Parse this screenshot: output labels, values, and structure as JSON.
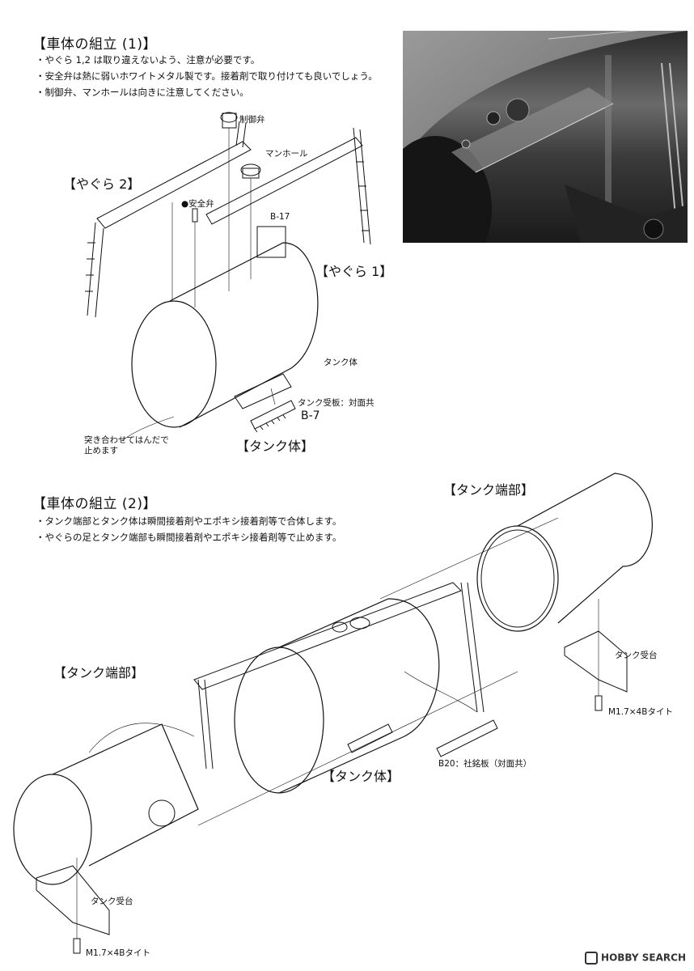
{
  "section1": {
    "heading": "【車体の組立 (1)】",
    "bullets": [
      "・やぐら 1,2 は取り違えないよう、注意が必要です。",
      "・安全弁は熱に弱いホワイトメタル製です。接着剤で取り付けても良いでしょう。",
      "・制御弁、マンホールは向きに注意してください。"
    ],
    "labels": {
      "control_valve": "制御弁",
      "manhole": "マンホール",
      "yagura2": "【やぐら 2】",
      "safety_valve": "●安全弁",
      "b17": "B-17",
      "yagura1": "【やぐら 1】",
      "tank_body_small": "タンク体",
      "tank_plate": "タンク受板：対面共",
      "b7": "B-7",
      "solder_note_line1": "突き合わせてはんだで",
      "solder_note_line2": "止めます",
      "tank_body_big": "【タンク体】"
    }
  },
  "section2": {
    "heading": "【車体の組立 (2)】",
    "bullets": [
      "・タンク端部とタンク体は瞬間接着剤やエポキシ接着剤等で合体します。",
      "・やぐらの足とタンク端部も瞬間接着剤やエポキシ接着剤等で止めます。"
    ],
    "labels": {
      "tank_end_right": "【タンク端部】",
      "tank_end_left": "【タンク端部】",
      "tank_support_right": "タンク受台",
      "screw_right": "M1.7×4Bタイト",
      "nameplate": "B20：社銘板（対面共）",
      "tank_body": "【タンク体】",
      "tank_support_left": "タンク受台",
      "screw_left": "M1.7×4Bタイト"
    }
  },
  "watermark": "HOBBY SEARCH"
}
